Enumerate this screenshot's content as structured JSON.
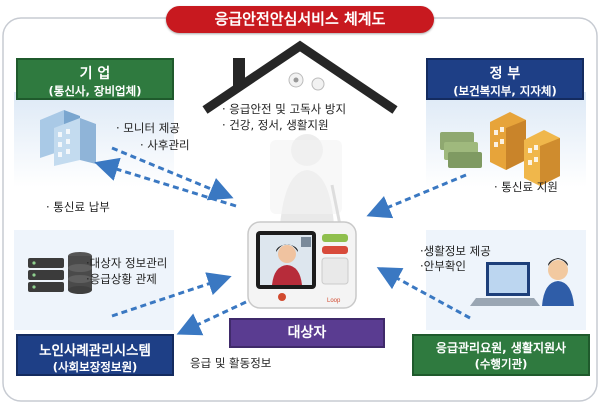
{
  "title": "응급안전안심서비스 체계도",
  "top_center": {
    "lines": [
      "· 응급안전 및 고독사 방지",
      "· 건강, 정서, 생활지원"
    ]
  },
  "nodes": {
    "company": {
      "title": "기 업",
      "subtitle": "(통신사, 장비업체)",
      "color": "#2f7a3f"
    },
    "government": {
      "title": "정 부",
      "subtitle": "(보건복지부, 지자체)",
      "color": "#1e3f86"
    },
    "elderly_system": {
      "title": "노인사례관리시스템",
      "subtitle": "(사회보장정보원)",
      "color": "#1e3f86"
    },
    "subject": {
      "title": "대상자",
      "color": "#5a3c91"
    },
    "agency": {
      "title": "응급관리요원, 생활지원사",
      "subtitle": "(수행기관)",
      "color": "#2f7a3f"
    }
  },
  "labels": {
    "monitor": "· 모니터 제공",
    "after_service": "· 사후관리",
    "fee_payment": "· 통신료 납부",
    "fee_support": "· 통신료 지원",
    "target_info": "·대상자 정보관리",
    "emergency_control": "·응급상황 관제",
    "life_info": "·생활정보 제공",
    "safety_check": "·안부확인",
    "emergency_activity": "응급 및 활동정보"
  },
  "device": {
    "brand_text": "Loop"
  },
  "colors": {
    "accent_red": "#c8191f",
    "arrow_blue": "#3a78c2"
  }
}
